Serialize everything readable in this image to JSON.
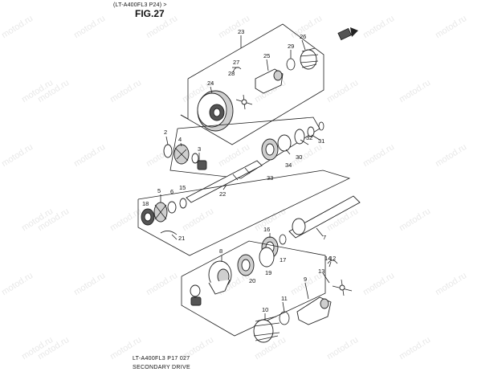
{
  "header": {
    "model_ref": "(LT-A400FL3 P24) >",
    "figure_label": "FIG.27"
  },
  "footer": {
    "page_code": "LT-A400FL3  P17  027",
    "section_title": "SECONDARY DRIVE"
  },
  "watermark": {
    "text": "motod.ru"
  },
  "callouts": {
    "c23": "23",
    "c26": "26",
    "c29": "29",
    "c25": "25",
    "c27": "27",
    "c28": "28",
    "c24": "24",
    "c2": "2",
    "c4": "4",
    "c3": "3",
    "c32": "32",
    "c31": "31",
    "c30": "30",
    "c34": "34",
    "c33": "33",
    "c22": "22",
    "c18": "18",
    "c5": "5",
    "c6": "6",
    "c15": "15",
    "c21": "21",
    "c7": "7",
    "c16": "16",
    "c17": "17",
    "c8": "8",
    "c20": "20",
    "c19": "19",
    "c14": "14",
    "c12": "12",
    "c13": "13",
    "c9": "9",
    "c10": "10",
    "c11": "11"
  },
  "icons": {
    "direction_arrow": "front-arrow-icon"
  }
}
